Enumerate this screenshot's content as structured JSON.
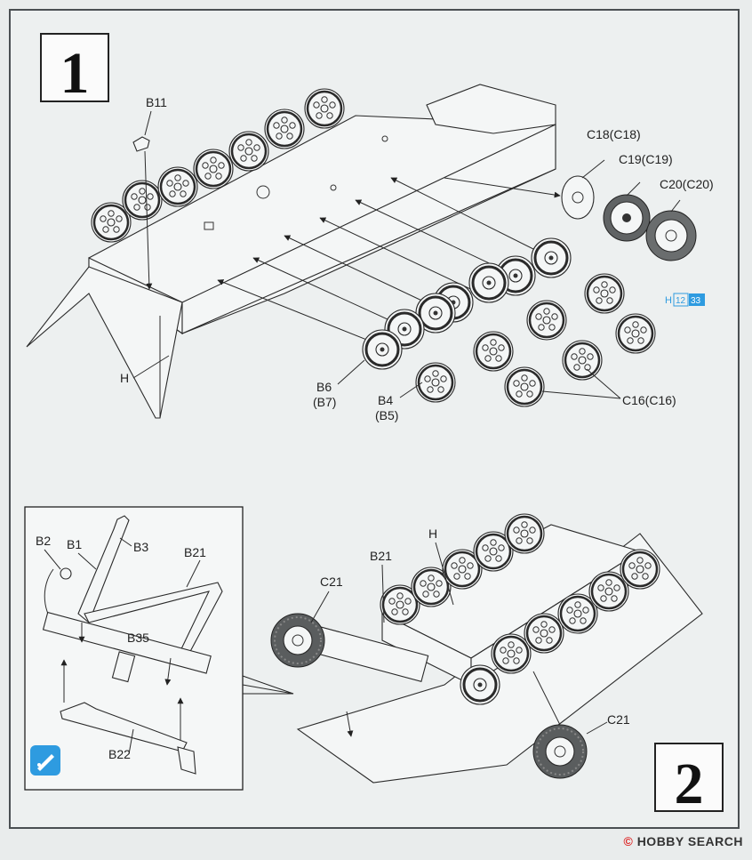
{
  "step1": {
    "number": "1",
    "labels": {
      "b11": "B11",
      "c18": "C18(C18)",
      "c19": "C19(C19)",
      "c20": "C20(C20)",
      "h": "H",
      "b6": "B6",
      "b7": "(B7)",
      "b4": "B4",
      "b5": "(B5)",
      "c16": "C16(C16)"
    },
    "paint_ref": {
      "prefix": "H",
      "code1": "12",
      "code2": "33",
      "color": "#2e9be0"
    }
  },
  "step2": {
    "number": "2",
    "labels": {
      "h": "H",
      "b21": "B21",
      "c21_left": "C21",
      "c21_right": "C21"
    },
    "detail": {
      "labels": {
        "b2": "B2",
        "b1": "B1",
        "b3": "B3",
        "b21": "B21",
        "b35": "B35",
        "b22": "B22"
      },
      "glue_icon": "glue-tube-icon"
    }
  },
  "footer": {
    "brand": "HOBBY SEARCH",
    "copyright": "©"
  }
}
